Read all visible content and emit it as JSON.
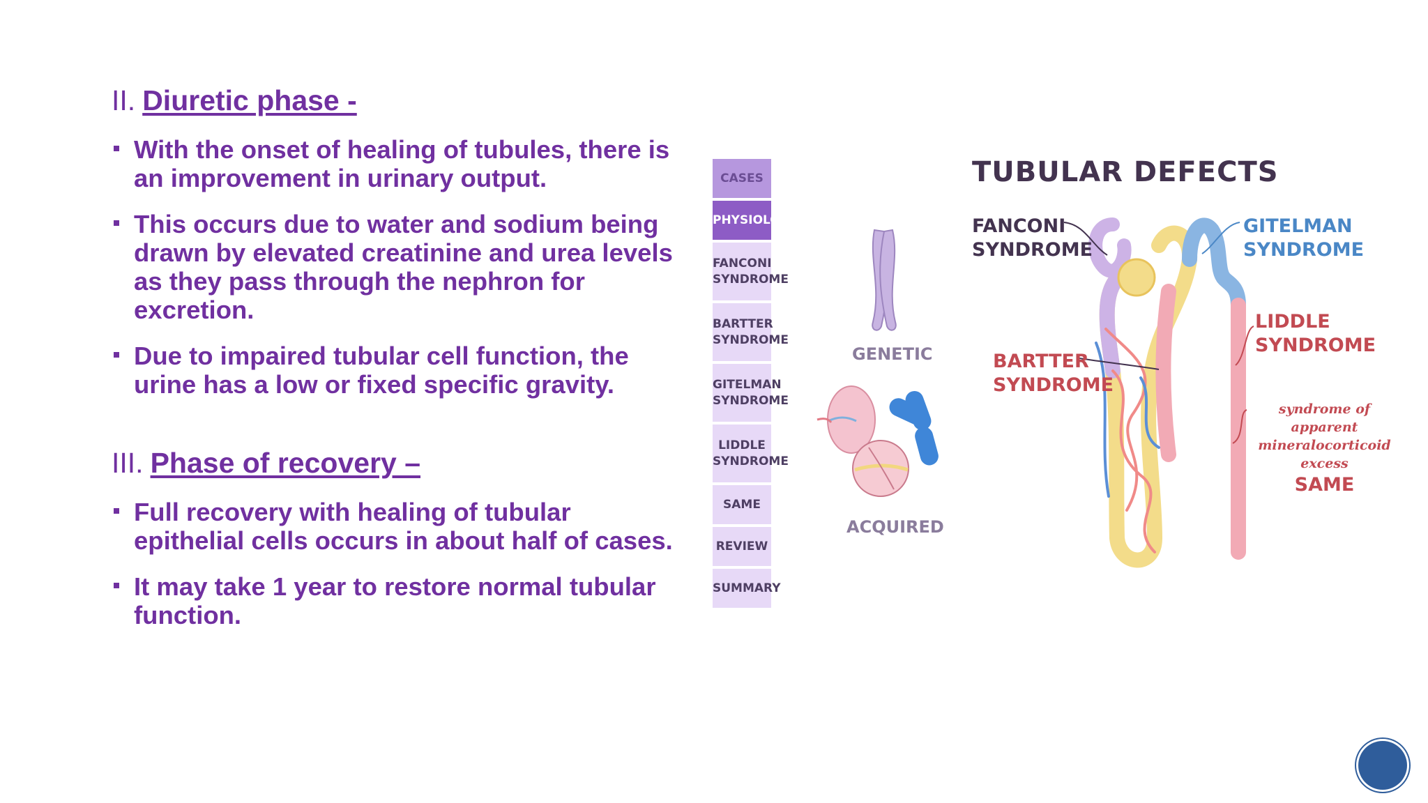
{
  "section2": {
    "numeral": "II.",
    "title": "Diuretic phase - ",
    "bullets": [
      "With the onset of healing of tubules, there is an improvement in urinary output.",
      "This occurs due to water and sodium being drawn by elevated creatinine and urea levels as they pass through the nephron for excretion.",
      "Due to impaired tubular cell function, the urine has a low or fixed specific gravity."
    ]
  },
  "section3": {
    "numeral": "III.",
    "title": "Phase of recovery –",
    "bullets": [
      "Full recovery with healing of tubular epithelial cells occurs in about half of cases.",
      " It may take 1 year to restore normal tubular function."
    ]
  },
  "figure": {
    "title": "TUBULAR DEFECTS",
    "menu": [
      {
        "line1": "CASES",
        "line2": ""
      },
      {
        "line1": "PHYSIOLOGY",
        "line2": ""
      },
      {
        "line1": "FANCONI",
        "line2": "SYNDROME"
      },
      {
        "line1": "BARTTER",
        "line2": "SYNDROME"
      },
      {
        "line1": "GITELMAN",
        "line2": "SYNDROME"
      },
      {
        "line1": "LIDDLE",
        "line2": "SYNDROME"
      },
      {
        "line1": "SAME",
        "line2": ""
      },
      {
        "line1": "REVIEW",
        "line2": ""
      },
      {
        "line1": "SUMMARY",
        "line2": ""
      }
    ],
    "active_menu_item": "PHYSIOLOGY",
    "genetic_label": "GENETIC",
    "acquired_label": "ACQUIRED",
    "fanconi": {
      "line1": "FANCONI",
      "line2": "SYNDROME"
    },
    "gitelman": {
      "line1": "GITELMAN",
      "line2": "SYNDROME"
    },
    "bartter": {
      "line1": "BARTTER",
      "line2": "SYNDROME"
    },
    "liddle": {
      "line1": "LIDDLE",
      "line2": "SYNDROME"
    },
    "same": {
      "line1": "syndrome of apparent",
      "line2": "mineralocorticoid excess",
      "line3": "SAME"
    }
  },
  "colors": {
    "text_purple": "#7030A0",
    "menu_active": "#8d5cc5",
    "menu_bg": "#e7d9f7",
    "tubule_blue": "#4a87c6",
    "tubule_red": "#c24a52",
    "nav_button": "#2f5d9b"
  }
}
